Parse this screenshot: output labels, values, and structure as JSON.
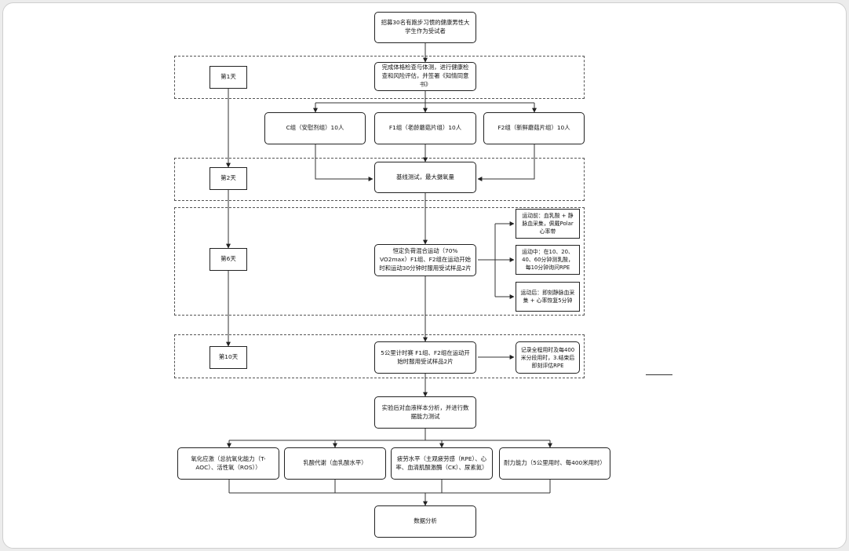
{
  "nodes": {
    "recruit": "招募30名有跑步习惯的健康男性大学生作为受试者",
    "screening": "完成体格检查与体测，进行健康检查和风险评估，并签署《知情同意书》",
    "group_c": "C组（安慰剂组）10人",
    "group_f1": "F1组（老龄蘑菇片组）10人",
    "group_f2": "F2组（新鲜蘑菇片组）10人",
    "baseline": "基线测试，最大摄氧量",
    "load_test": "恒定负荷混合运动（70% VO2max）F1组、F2组在运动开始时和运动30分钟时服用受试样品2片",
    "pre_exercise": "运动前：血乳酸 + 静脉血采集，佩戴Polar心率带",
    "during_exercise": "运动中：在10、20、40、60分钟测乳酸，每10分钟询问RPE",
    "post_exercise": "运动后：即刻静脉血采集 + 心率恢复5分钟",
    "race": "5公里计时赛 F1组、F2组在运动开始时服用受试样品2片",
    "race_record": "记录全程用时及每400米分段用时，3.结束后即刻评估RPE",
    "sampling": "实验后对血液样本分析，并进行数据能力测试",
    "oxidative": "氧化应激（总抗氧化能力（T-AOC）、活性氧（ROS））",
    "lactate": "乳酸代谢（血乳酸水平）",
    "fatigue": "疲劳水平（主观疲劳感（RPE）、心率、血清肌酸激酶（CK）、尿素氮）",
    "endurance": "耐力能力（5公里用时、每400米用时）",
    "analysis": "数据分析"
  },
  "days": {
    "day1": "第1天",
    "day2": "第2天",
    "day6": "第6天",
    "day10": "第10天"
  }
}
